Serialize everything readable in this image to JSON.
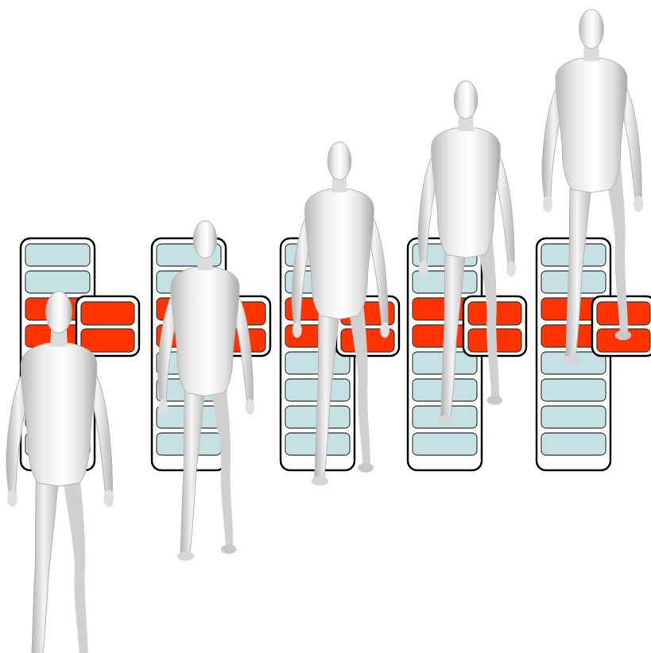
{
  "colors": {
    "background": "#ffffff",
    "slot_empty": "#c5e1e6",
    "slot_active": "#ff3300",
    "outline": "#000000",
    "figure_light": "#ffffff",
    "figure_mid": "#e4e4e4",
    "figure_shadow": "#b4b4b4"
  },
  "stages": [
    {
      "column_slots": 8,
      "active_slots": [
        2,
        3
      ],
      "side_slots": 2,
      "icon": "walking-figure-icon"
    },
    {
      "column_slots": 8,
      "active_slots": [
        2,
        3
      ],
      "side_slots": 2,
      "icon": "walking-figure-icon"
    },
    {
      "column_slots": 8,
      "active_slots": [
        2,
        3
      ],
      "side_slots": 2,
      "icon": "walking-figure-icon"
    },
    {
      "column_slots": 8,
      "active_slots": [
        2,
        3
      ],
      "side_slots": 2,
      "icon": "walking-figure-icon"
    },
    {
      "column_slots": 8,
      "active_slots": [
        2,
        3
      ],
      "side_slots": 2,
      "icon": "walking-figure-icon"
    }
  ]
}
